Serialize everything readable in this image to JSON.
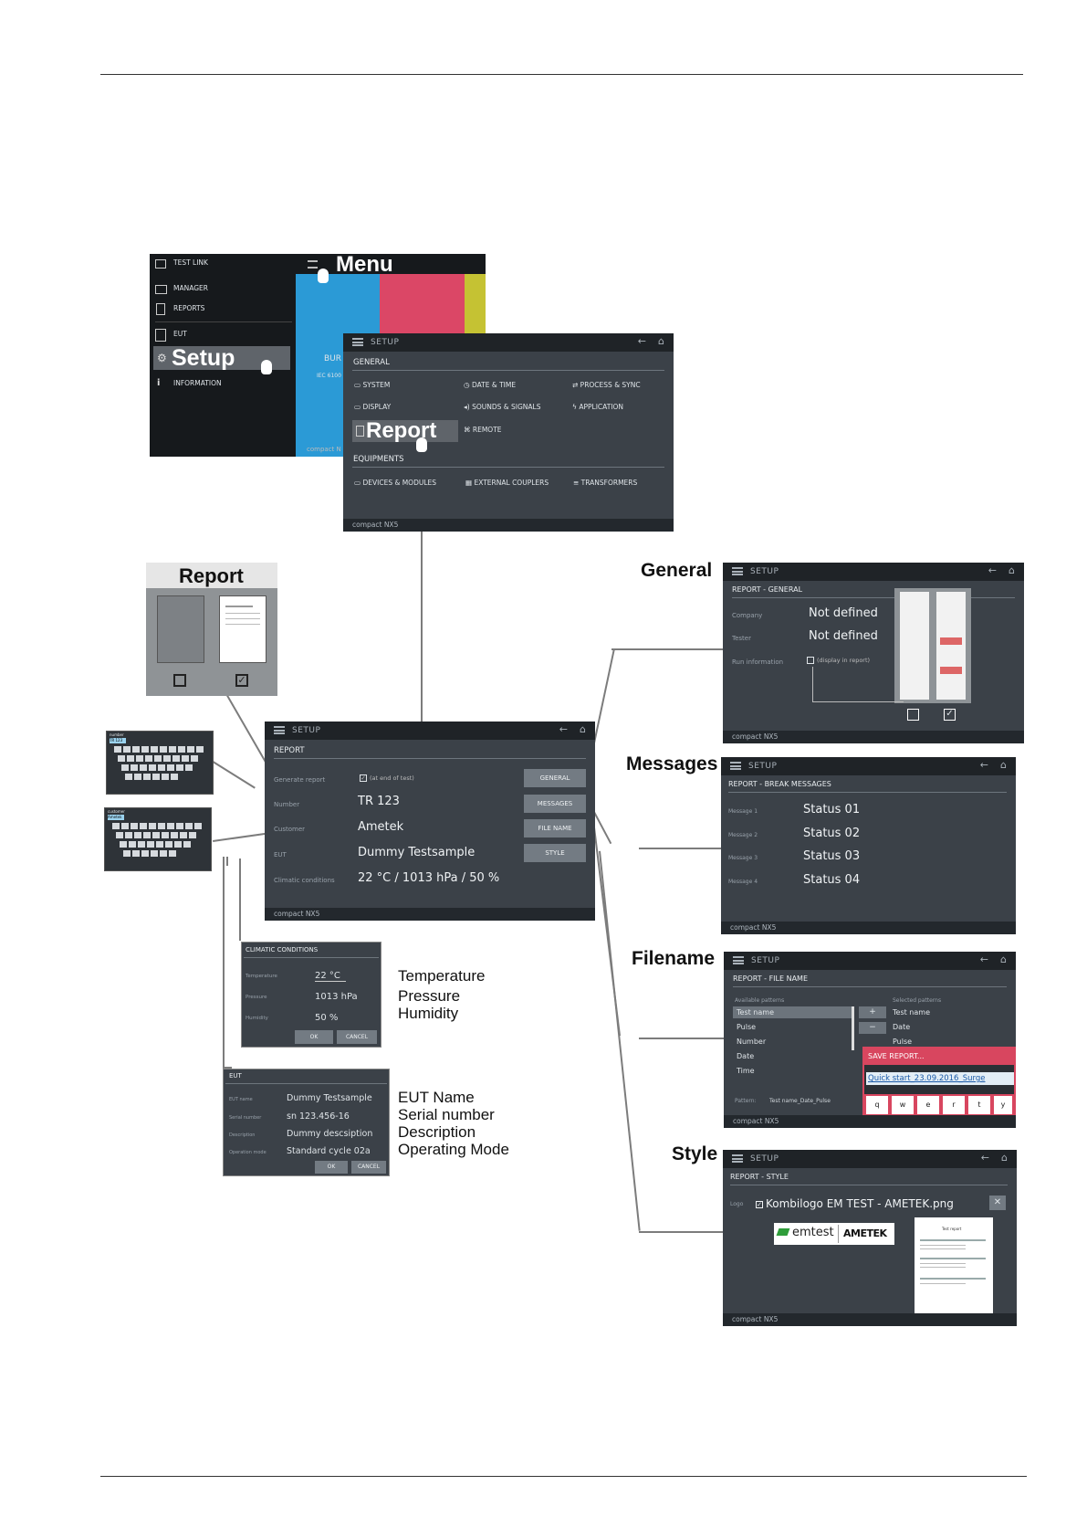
{
  "menu": {
    "title": "Menu",
    "items": [
      {
        "label": "TEST LINK",
        "icon": "test-link-icon"
      },
      {
        "label": "MANAGER",
        "icon": "folder-icon"
      },
      {
        "label": "REPORTS",
        "icon": "reports-icon"
      },
      {
        "label": "EUT",
        "icon": "eut-icon"
      },
      {
        "label": "Setup",
        "icon": "setup-icon"
      },
      {
        "label": "INFORMATION",
        "icon": "info-icon"
      }
    ],
    "tile_text": "BUR",
    "tile_sub": "IEC 6100",
    "footer": "compact N"
  },
  "setup": {
    "title": "SETUP",
    "general_label": "GENERAL",
    "general": [
      "SYSTEM",
      "DATE & TIME",
      "PROCESS & SYNC",
      "DISPLAY",
      "SOUNDS & SIGNALS",
      "APPLICATION",
      "Report",
      "REMOTE"
    ],
    "equipments_label": "EQUIPMENTS",
    "equipments": [
      "DEVICES & MODULES",
      "EXTERNAL COUPLERS",
      "TRANSFORMERS"
    ],
    "footer": "compact NX5"
  },
  "report_preview": {
    "title": "Report"
  },
  "report": {
    "title": "SETUP",
    "section": "REPORT",
    "rows": [
      {
        "label": "Generate report",
        "value": "(at end of test)"
      },
      {
        "label": "Number",
        "value": "TR 123"
      },
      {
        "label": "Customer",
        "value": "Ametek"
      },
      {
        "label": "EUT",
        "value": "Dummy Testsample"
      },
      {
        "label": "Climatic conditions",
        "value": "22 °C / 1013 hPa / 50 %"
      }
    ],
    "buttons": [
      "GENERAL",
      "MESSAGES",
      "FILE NAME",
      "STYLE"
    ],
    "footer": "compact NX5"
  },
  "general": {
    "callout": "General",
    "title": "SETUP",
    "section": "REPORT - GENERAL",
    "rows": [
      {
        "label": "Company",
        "value": "Not defined"
      },
      {
        "label": "Tester",
        "value": "Not defined"
      },
      {
        "label": "Run information",
        "value": "(display in report)"
      }
    ],
    "footer": "compact NX5"
  },
  "messages": {
    "callout": "Messages",
    "title": "SETUP",
    "section": "REPORT - BREAK MESSAGES",
    "rows": [
      {
        "label": "Message 1",
        "value": "Status 01"
      },
      {
        "label": "Message 2",
        "value": "Status 02"
      },
      {
        "label": "Message 3",
        "value": "Status 03"
      },
      {
        "label": "Message 4",
        "value": "Status 04"
      }
    ],
    "footer": "compact NX5"
  },
  "filename": {
    "callout": "Filename",
    "title": "SETUP",
    "section": "REPORT - FILE NAME",
    "available_label": "Available patterns",
    "selected_label": "Selected patterns",
    "available": [
      "Test name",
      "Pulse",
      "Number",
      "Date",
      "Time"
    ],
    "selected": [
      "Test name",
      "Date",
      "Pulse"
    ],
    "pattern_label": "Pattern:",
    "pattern_value": "Test name_Date_Pulse",
    "save_title": "SAVE REPORT...",
    "save_value": "Quick start_23.09.2016_Surge",
    "keys": [
      "q",
      "w",
      "e",
      "r",
      "t",
      "y"
    ],
    "footer": "compact NX5"
  },
  "style": {
    "callout": "Style",
    "title": "SETUP",
    "section": "REPORT - STYLE",
    "logo_label": "Logo",
    "logo_value": "Kombilogo EM TEST - AMETEK.png",
    "brand_left": "emtest",
    "brand_right": "AMETEK",
    "doc_title": "Test report",
    "footer": "compact NX5"
  },
  "climatic": {
    "title": "CLIMATIC CONDITIONS",
    "rows": [
      {
        "label": "Temperature",
        "value": "22 °C"
      },
      {
        "label": "Pressure",
        "value": "1013 hPa"
      },
      {
        "label": "Humidity",
        "value": "50 %"
      }
    ],
    "ok": "OK",
    "cancel": "CANCEL",
    "desc": [
      "Temperature",
      "Pressure",
      "Humidity"
    ]
  },
  "eut": {
    "title": "EUT",
    "rows": [
      {
        "label": "EUT name",
        "value": "Dummy Testsample"
      },
      {
        "label": "Serial number",
        "value": "sn 123.456-16"
      },
      {
        "label": "Description",
        "value": "Dummy descsiption"
      },
      {
        "label": "Operation mode",
        "value": "Standard cycle 02a"
      }
    ],
    "ok": "OK",
    "cancel": "CANCEL",
    "desc": [
      "EUT Name",
      "Serial number",
      "Description",
      "Operating Mode"
    ]
  },
  "keyboard1": {
    "title": "number",
    "field": "TR 123"
  },
  "keyboard2": {
    "title": "customer",
    "field": "Ametek"
  }
}
